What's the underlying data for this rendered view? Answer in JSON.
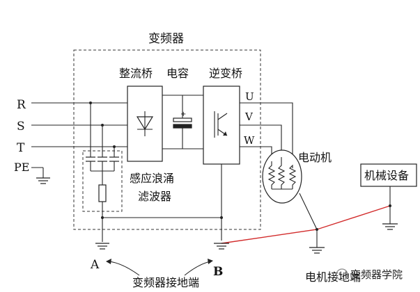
{
  "labels": {
    "inverter": "变频器",
    "rectifier": "整流桥",
    "capacitor": "电容",
    "inverter_bridge": "逆变桥",
    "phase_u": "U",
    "phase_v": "V",
    "phase_w": "W",
    "input_r": "R",
    "input_s": "S",
    "input_t": "T",
    "input_pe": "PE",
    "motor": "电动机",
    "machinery": "机械设备",
    "surge_filter_line1": "感应浪涌",
    "surge_filter_line2": "滤波器",
    "ground_a": "A",
    "ground_b": "B",
    "inverter_ground_terminal": "变频器接地端",
    "motor_ground_terminal": "电机接地端",
    "plus_sign": "+",
    "watermark": "变频器学院"
  },
  "colors": {
    "line": "#222222",
    "red_ground_wire": "#d22b2b",
    "dashed_border": "#333333"
  }
}
